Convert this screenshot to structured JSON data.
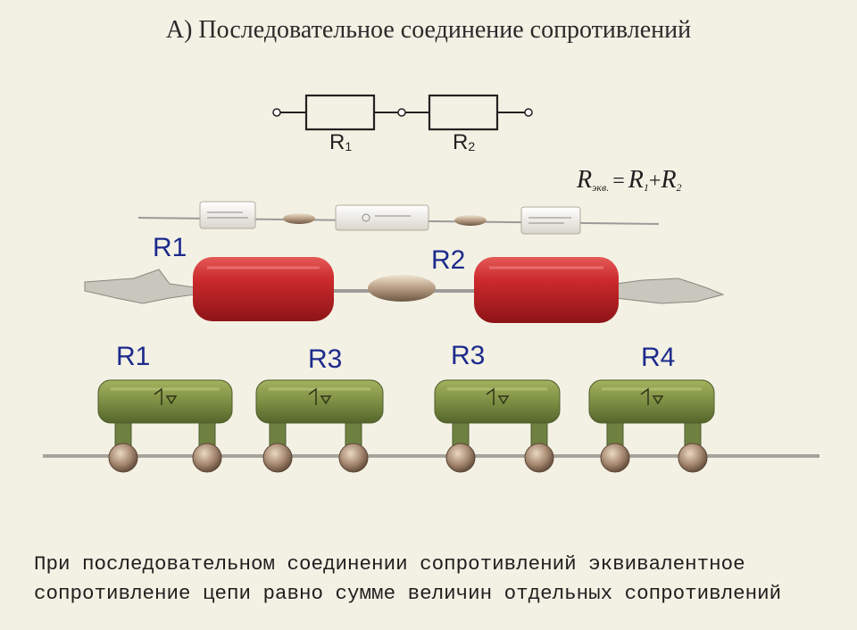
{
  "title": "А) Последовательное соединение сопротивлений",
  "schematic": {
    "labels": [
      {
        "main": "R",
        "sub": "1"
      },
      {
        "main": "R",
        "sub": "2"
      }
    ]
  },
  "formula": {
    "lhs_main": "R",
    "lhs_sub": "экв.",
    "equals": "=",
    "r1_main": "R",
    "r1_sub": "1",
    "plus": "+",
    "r2_main": "R",
    "r2_sub": "2"
  },
  "photo_labels": {
    "red_row": [
      "R1",
      "R2"
    ],
    "green_row": [
      "R1",
      "R3",
      "R3",
      "R4"
    ]
  },
  "colors": {
    "background": "#f3f1e4",
    "red_resistor": "#c8202a",
    "green_resistor": "#7d8f44",
    "label_blue": "#1c2a8c"
  },
  "caption": {
    "line1": "При последовательном соединении сопротивлений эквивалентное",
    "line2": "сопротивление цепи равно сумме величин отдельных сопротивлений"
  }
}
